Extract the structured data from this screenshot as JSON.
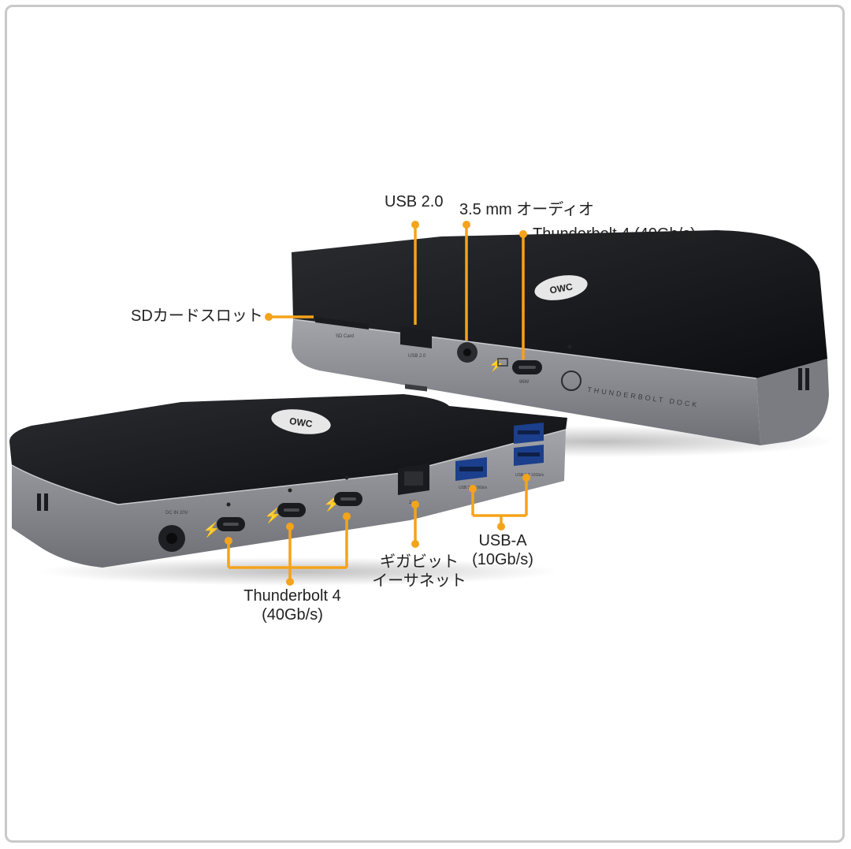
{
  "image": {
    "device": {
      "top_logo_text": "OWC",
      "rear_label": "THUNDERBOLT DOCK",
      "port_captions": {
        "sd_card": "SD Card",
        "usb_20": "USB 2.0",
        "tb_host": "96W",
        "dc_in": "DC IN 20V",
        "usb_a_1": "USB 3.2 10Gb/s",
        "usb_a_2": "USB 3.2 10Gb/s",
        "ethernet": "2.5"
      }
    },
    "callouts": {
      "usb20": "USB 2.0",
      "audio": "3.5 mm オーディオ",
      "tb4_top": "Thunderbolt 4 (40Gb/s)",
      "sd_slot": "SDカードスロット",
      "usb_a_line1": "USB-A",
      "usb_a_line2": "(10Gb/s)",
      "ethernet_line1": "ギガビット",
      "ethernet_line2": "イーサネット",
      "tb4_bottom_line1": "Thunderbolt 4",
      "tb4_bottom_line2": "(40Gb/s)"
    },
    "colors": {
      "callout_orange": "#f5a31a",
      "dock_top": "#121316",
      "dock_body": "#8b8d93",
      "label_text": "#222222"
    }
  }
}
